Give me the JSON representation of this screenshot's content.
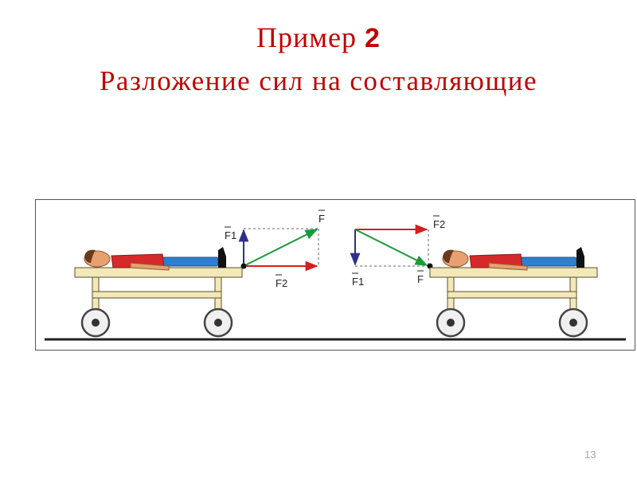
{
  "slide": {
    "title_prefix": "Пример ",
    "title_number": "2",
    "subtitle": "Разложение сил на составляющие",
    "page_number": "13"
  },
  "figure": {
    "left_scene": {
      "resultant": "F",
      "vertical_component": "F1",
      "horizontal_component": "F2"
    },
    "right_scene": {
      "resultant": "F",
      "vertical_component": "F1",
      "horizontal_component": "F2"
    }
  },
  "colors": {
    "title": "#c00000",
    "resultant_force": "#1a9a3a",
    "vertical_force": "#2e2e8c",
    "horizontal_force": "#d21f1f",
    "stretcher_wood": "#f3e9b8",
    "shirt": "#d62a2a",
    "trousers": "#2f7fd0"
  }
}
